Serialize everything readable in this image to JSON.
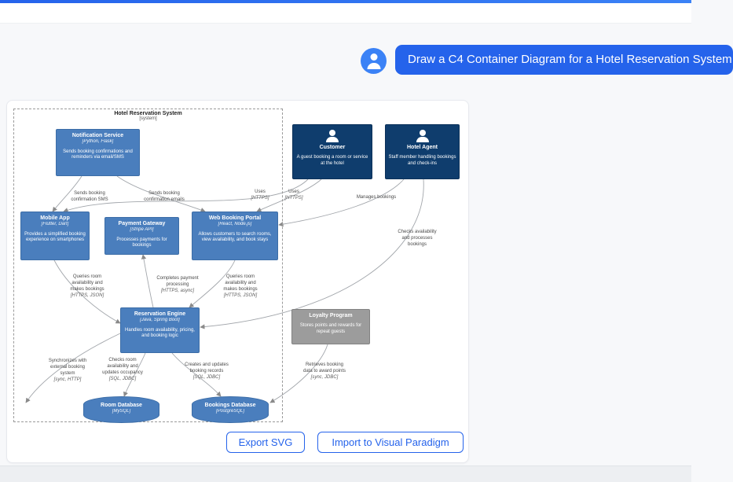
{
  "chat": {
    "user_message": "Draw a C4 Container Diagram for a Hotel Reservation System"
  },
  "actions": {
    "export_svg": "Export SVG",
    "import_visual_paradigm": "Import to Visual Paradigm"
  },
  "colors": {
    "accent_blue": "#2563eb",
    "container_blue": "#4a7ebd",
    "person_navy": "#0f3d6d",
    "external_gray": "#9c9c9c"
  },
  "diagram": {
    "boundary_title": "Hotel Reservation System",
    "boundary_subtitle": "[system]",
    "nodes": {
      "notification_service": {
        "title": "Notification Service",
        "tech": "[Python, Flask]",
        "desc": "Sends booking confirmations and reminders via email/SMS"
      },
      "customer": {
        "title": "Customer",
        "desc": "A guest booking a room or service at the hotel"
      },
      "hotel_agent": {
        "title": "Hotel Agent",
        "desc": "Staff member handling bookings and check-ins"
      },
      "mobile_app": {
        "title": "Mobile App",
        "tech": "[Flutter, Dart]",
        "desc": "Provides a simplified booking experience on smartphones"
      },
      "payment_gateway": {
        "title": "Payment Gateway",
        "tech": "[Stripe API]",
        "desc": "Processes payments for bookings"
      },
      "web_booking_portal": {
        "title": "Web Booking Portal",
        "tech": "[React, Node.js]",
        "desc": "Allows customers to search rooms, view availability, and book stays"
      },
      "reservation_engine": {
        "title": "Reservation Engine",
        "tech": "[Java, Spring Boot]",
        "desc": "Handles room availability, pricing, and booking logic"
      },
      "loyalty_program": {
        "title": "Loyalty Program",
        "desc": "Stores points and rewards for repeat guests"
      },
      "room_database": {
        "title": "Room Database",
        "tech": "[MySQL]"
      },
      "bookings_database": {
        "title": "Bookings Database",
        "tech": "[PostgreSQL]"
      }
    },
    "edges": {
      "sms": {
        "text": "Sends booking\nconfirmation SMS",
        "tech": ""
      },
      "emails": {
        "text": "Sends booking\nconfirmation emails",
        "tech": ""
      },
      "uses_web": {
        "text": "Uses",
        "tech": "[HTTPS]"
      },
      "uses_mobile": {
        "text": "Uses",
        "tech": "[HTTPS]"
      },
      "manages": {
        "text": "Manages bookings",
        "tech": ""
      },
      "checks_availability": {
        "text": "Checks availability\nand processes\nbookings",
        "tech": ""
      },
      "queries_mobile": {
        "text": "Queries room\navailability and\nmakes bookings",
        "tech": "[HTTPS, JSON]"
      },
      "completes_payment": {
        "text": "Completes payment\nprocessing",
        "tech": "[HTTPS, async]"
      },
      "queries_web": {
        "text": "Queries room\navailability and\nmakes bookings",
        "tech": "[HTTPS, JSON]"
      },
      "sync_external": {
        "text": "Synchronizes with\nexternal booking\nsystem",
        "tech": "[sync, HTTP]"
      },
      "checks_room": {
        "text": "Checks room\navailability and\nupdates occupancy",
        "tech": "[SQL, JDBC]"
      },
      "creates_records": {
        "text": "Creates and updates\nbooking records",
        "tech": "[SQL, JDBC]"
      },
      "retrieves_loyalty": {
        "text": "Retrieves booking\ndata to award points",
        "tech": "[sync, JDBC]"
      }
    }
  }
}
